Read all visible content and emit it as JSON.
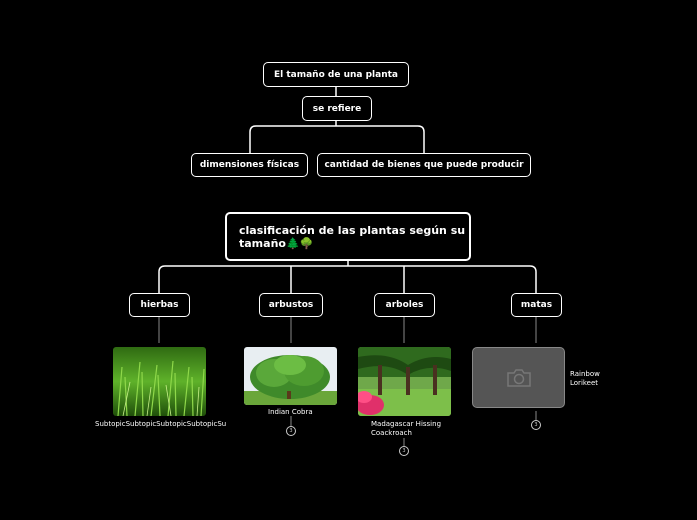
{
  "nodes": {
    "root": "El tamaño de una planta",
    "refers": "se refiere",
    "dims": "dimensiones físicas",
    "goods": "cantidad de bienes  que puede producir",
    "classif": "clasificación de las plantas según su tamaño🌲🌳",
    "hierbas": "hierbas",
    "arbustos": "arbustos",
    "arboles": "arboles",
    "matas": "matas"
  },
  "captions": {
    "hierbas": "SubtopicSubtopicSubtopicSubtopicSu",
    "arbustos": "Indian Cobra",
    "arboles": "Madagascar Hissing Coackroach",
    "matas": "Rainbow Lorikeet"
  },
  "badges": {
    "arbustos": "3",
    "arboles": "3",
    "matas": "3"
  },
  "colors": {
    "background": "#000000",
    "node_border": "#ffffff",
    "placeholder": "#555555"
  }
}
